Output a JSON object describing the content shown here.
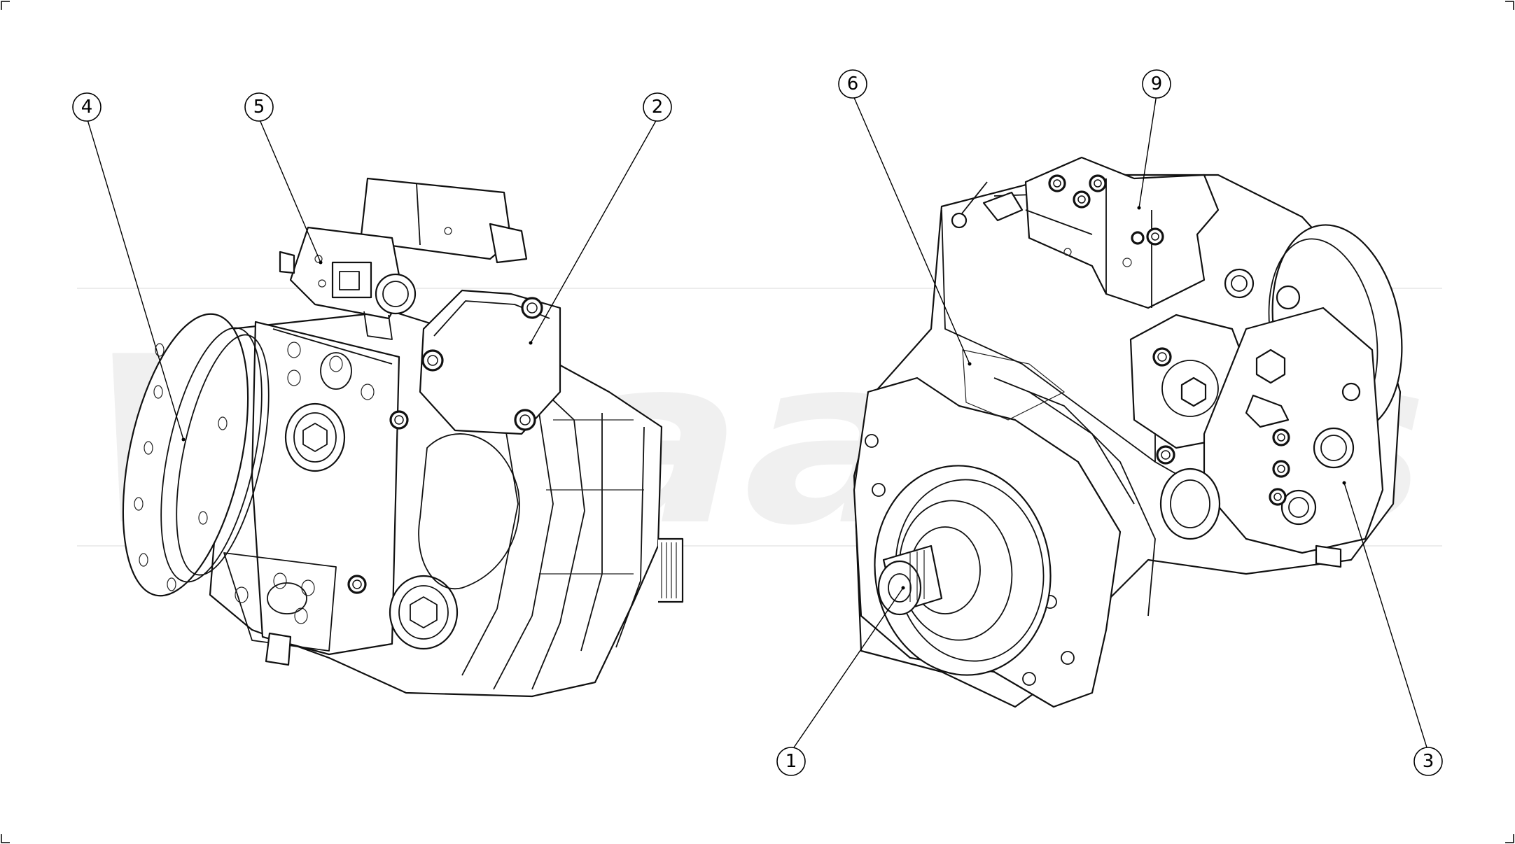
{
  "watermark": {
    "text": "Whaakos"
  },
  "callouts": [
    {
      "id": "callout-4",
      "label": "4"
    },
    {
      "id": "callout-5",
      "label": "5"
    },
    {
      "id": "callout-2",
      "label": "2"
    },
    {
      "id": "callout-6",
      "label": "6"
    },
    {
      "id": "callout-9",
      "label": "9"
    },
    {
      "id": "callout-1",
      "label": "1"
    },
    {
      "id": "callout-3",
      "label": "3"
    }
  ]
}
